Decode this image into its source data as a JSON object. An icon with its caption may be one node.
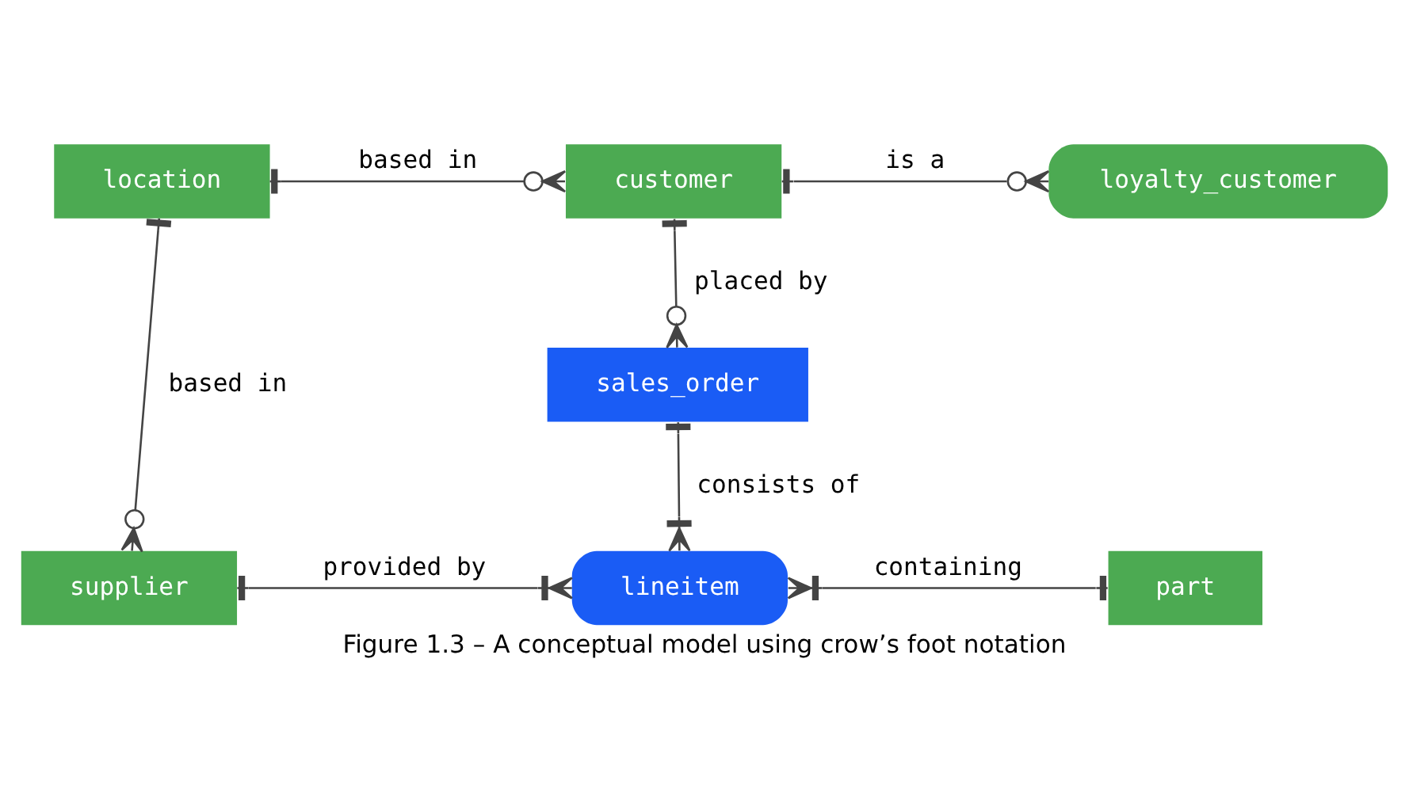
{
  "diagram": {
    "caption": "Figure 1.3 – A conceptual model using crow’s foot notation",
    "nodes": [
      {
        "text": [
          "location"
        ]
      },
      {
        "text": [
          "customer"
        ]
      },
      {
        "text": [
          "loyalty_customer"
        ]
      },
      {
        "text": [
          "sales_order"
        ]
      },
      {
        "text": [
          "supplier"
        ]
      },
      {
        "text": [
          "lineitem"
        ]
      },
      {
        "text": [
          "part"
        ]
      }
    ],
    "edges": [
      {
        "from": 0,
        "to": 1,
        "arrow": "other",
        "label": "based in"
      },
      {
        "from": 1,
        "to": 2,
        "arrow": "other",
        "label": "is a"
      },
      {
        "from": 1,
        "to": 3,
        "arrow": "other",
        "label": "placed by"
      },
      {
        "from": 3,
        "to": 5,
        "arrow": "other",
        "label": "consists of"
      },
      {
        "from": 0,
        "to": 4,
        "arrow": "other",
        "label": "based in"
      },
      {
        "from": 4,
        "to": 5,
        "arrow": "other",
        "label": "provided by"
      },
      {
        "from": 5,
        "to": 6,
        "arrow": "other",
        "label": "containing"
      }
    ]
  }
}
